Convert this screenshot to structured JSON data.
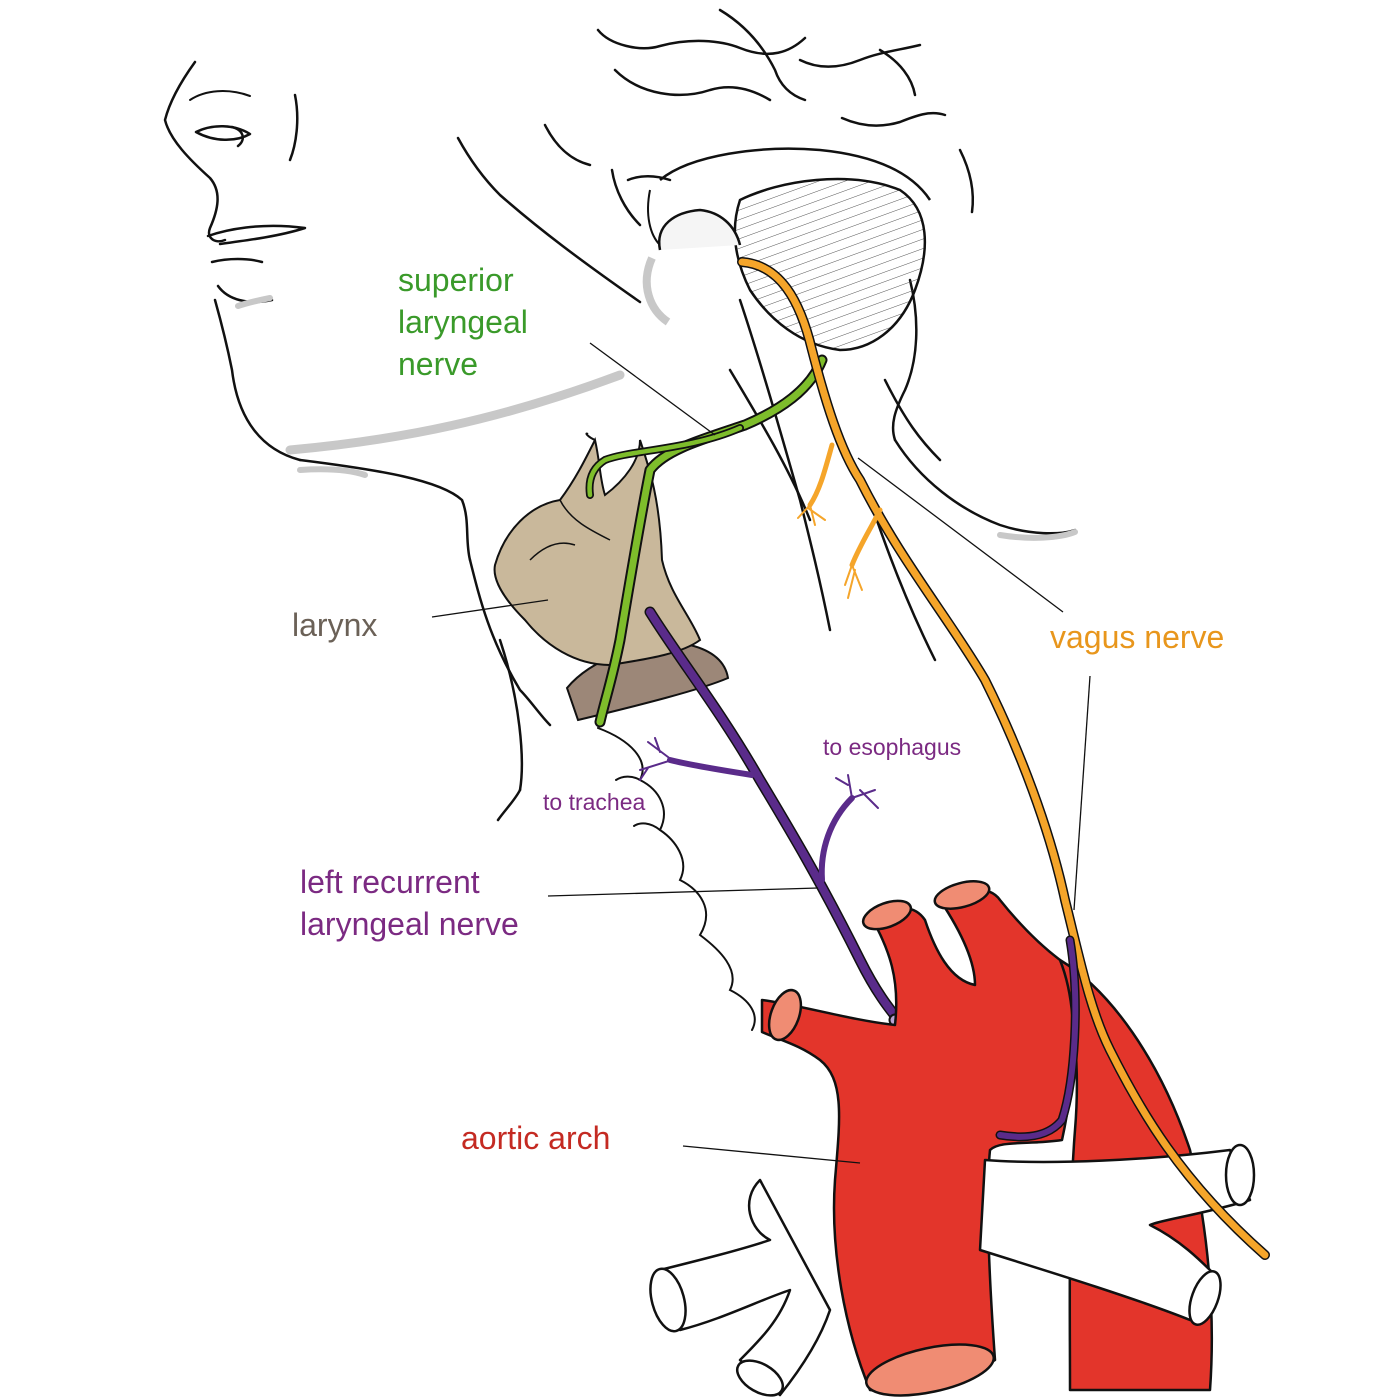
{
  "labels": {
    "superior": [
      "superior",
      "laryngeal",
      "nerve"
    ],
    "larynx": "larynx",
    "vagus": "vagus nerve",
    "esophagus": "to esophagus",
    "trachea": "to trachea",
    "recurrent": [
      "left recurrent",
      "laryngeal nerve"
    ],
    "aortic": "aortic arch"
  },
  "colors": {
    "superior_laryngeal_nerve": "#7ebd2b",
    "superior_label": "#3a9a2a",
    "larynx": "#c9b89b",
    "larynx_label": "#6b6157",
    "cricoid": "#9c8778",
    "vagus_nerve": "#f5a52a",
    "vagus_label": "#e8961c",
    "recurrent_nerve": "#5a2b8a",
    "recurrent_label": "#7b2a82",
    "recurrent_hidden": "#b9a3d3",
    "aorta": "#e3352b",
    "aorta_lumen": "#f08c73",
    "aortic_label": "#c42a22",
    "outline": "#111111",
    "shadow": "#c8c8c8"
  }
}
